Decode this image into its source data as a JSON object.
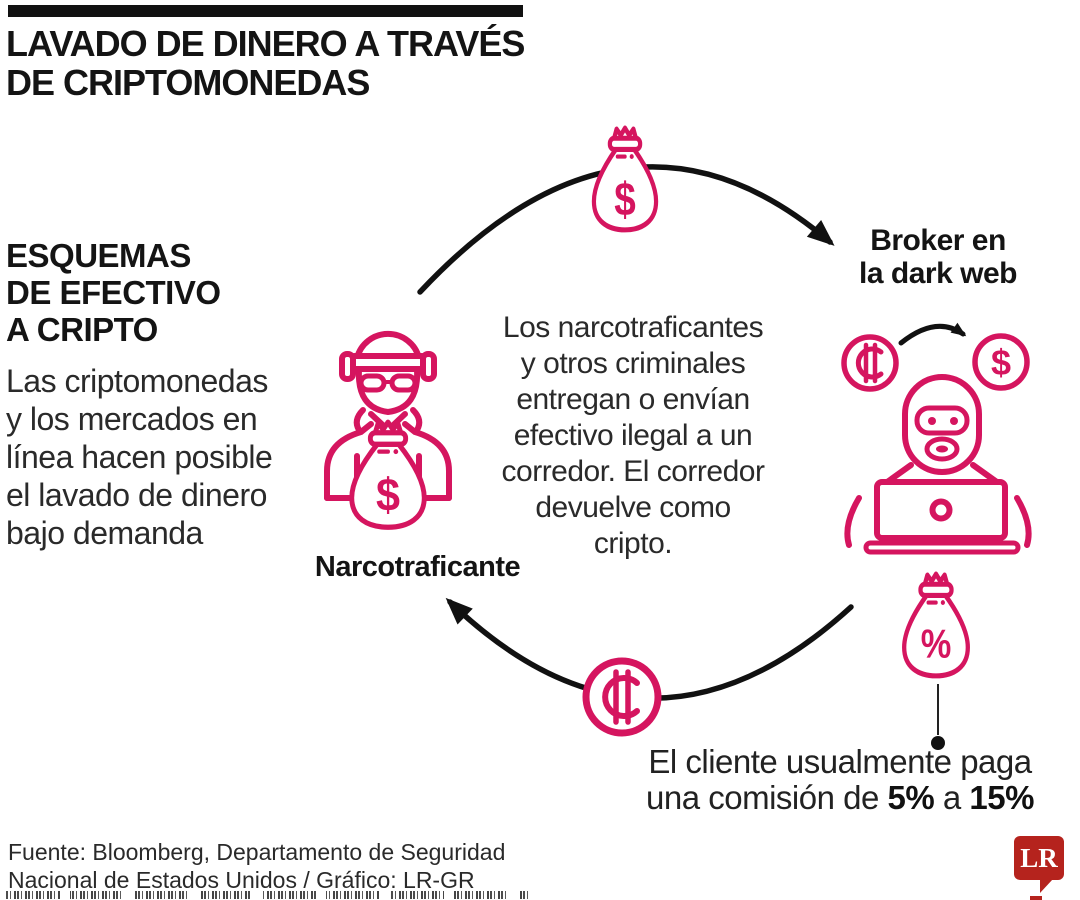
{
  "colors": {
    "accent_pink": "#d5155f",
    "ink_black": "#141414",
    "arrow_black": "#111111",
    "logo_red": "#b5231d"
  },
  "header": {
    "title": "LAVADO DE DINERO A TRAVÉS\nDE CRIPTOMONEDAS"
  },
  "sidebar": {
    "heading": "ESQUEMAS\nDE EFECTIVO\nA CRIPTO",
    "body": "Las criptomonedas\ny los mercados en\nlínea hacen posible\nel lavado de dinero\nbajo demanda"
  },
  "flow": {
    "center_text": "Los narcotraficantes\ny otros criminales\nentregan o envían\nefectivo ilegal a un\ncorredor. El corredor\ndevuelve como\ncripto.",
    "narco_label": "Narcotraficante",
    "broker_label": "Broker en\nla dark web",
    "commission_line1": "El cliente usualmente paga",
    "commission_line2_prefix": "una comisión de ",
    "commission_low": "5%",
    "commission_connector": " a ",
    "commission_high": "15%"
  },
  "symbols": {
    "dollar": "$",
    "percent": "%"
  },
  "footer": {
    "source": "Fuente: Bloomberg, Departamento de Seguridad\nNacional de  Estados Unidos / Gráfico: LR-GR",
    "logo_text": "LR"
  }
}
